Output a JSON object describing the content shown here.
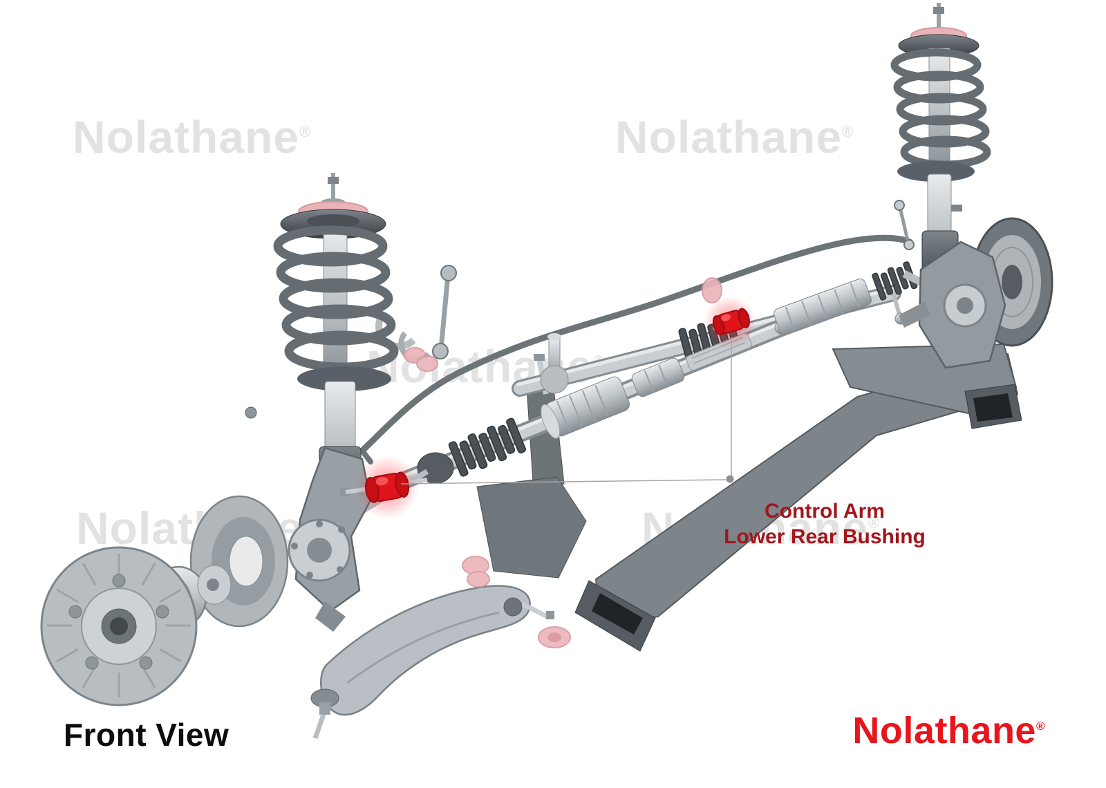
{
  "watermark": {
    "text": "Nolathane",
    "reg": "®"
  },
  "callout": {
    "title": "Control Arm",
    "subtitle": "Lower Rear Bushing"
  },
  "footer": {
    "view_label": "Front View"
  },
  "brand": {
    "name": "Nolathane",
    "reg": "®"
  },
  "colors": {
    "highlight": "#e0141b",
    "callout_text": "#a3151b",
    "brand_red": "#e8151c",
    "watermark_gray": "#e2e2e2"
  }
}
